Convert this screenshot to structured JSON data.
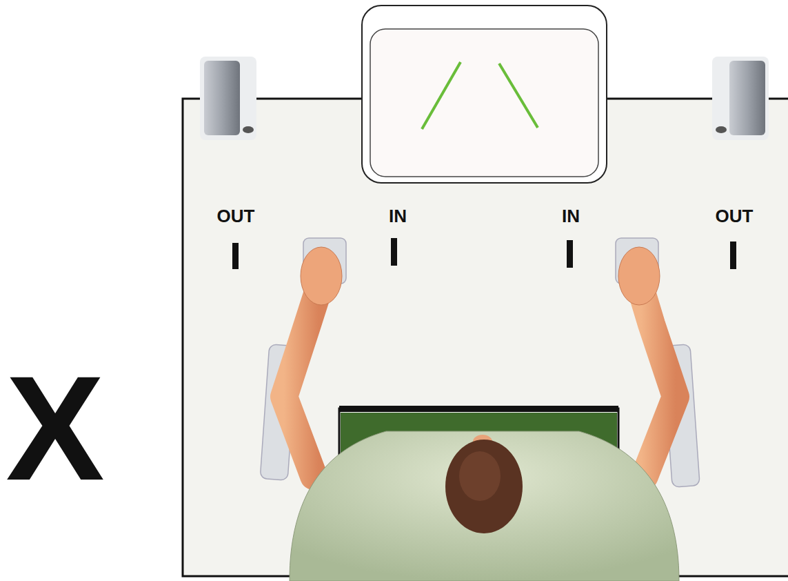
{
  "diagram": {
    "labels": [
      "X",
      "OUT",
      "IN",
      "IN",
      "OUT"
    ]
  }
}
